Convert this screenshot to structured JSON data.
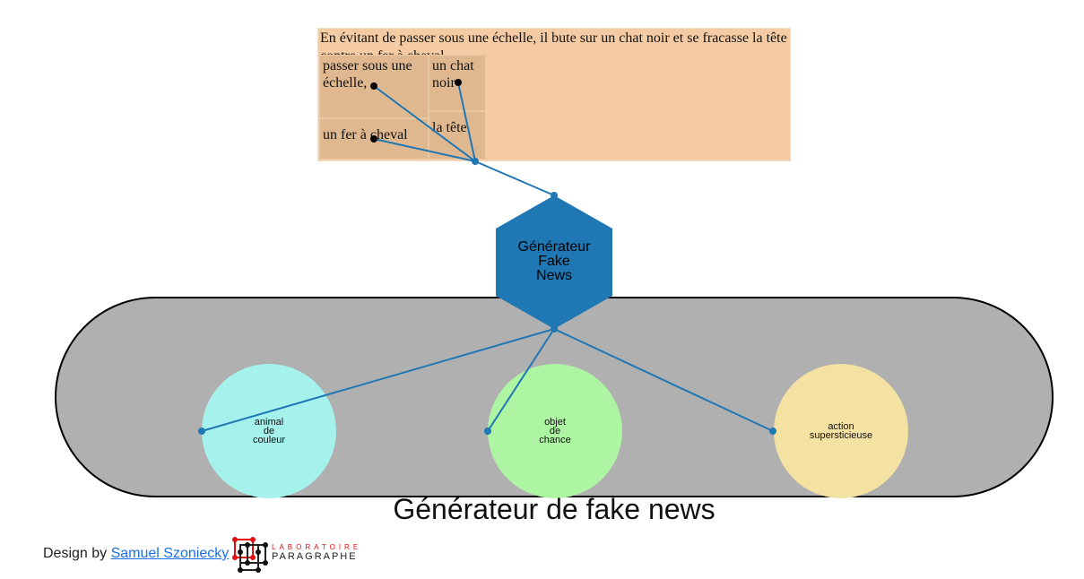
{
  "sentence": "En évitant de passer sous une échelle, il bute sur un chat noir et se fracasse la tête contre un fer à cheval",
  "fragments": [
    "passer sous une échelle,",
    "un chat noir",
    "un fer à cheval",
    "la tête"
  ],
  "generator": {
    "label": "Générateur\nFake\nNews",
    "color": "#1f77b4"
  },
  "categories": [
    {
      "label": "animal\nde\ncouleur",
      "color": "#a5f2ec"
    },
    {
      "label": "objet\nde\nchance",
      "color": "#adf5a2"
    },
    {
      "label": "action\nsupersticieuse",
      "color": "#f4e2a3"
    }
  ],
  "title": "Générateur de fake news",
  "footer": {
    "prefix": "Design by ",
    "author": "Samuel Szoniecky"
  },
  "logo": {
    "line1": "LABORATOIRE",
    "line2": "PARAGRAPHE"
  }
}
